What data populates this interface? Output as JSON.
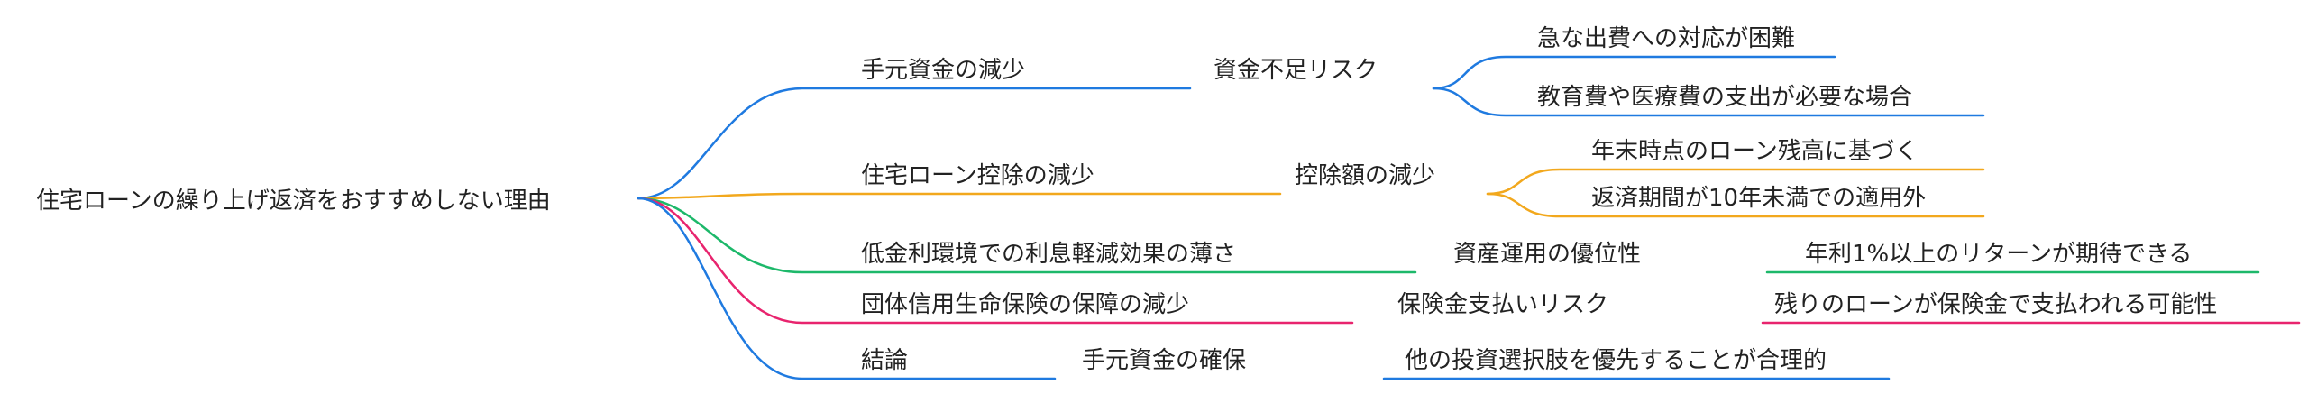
{
  "mindmap": {
    "root": "住宅ローンの繰り上げ返済をおすすめしない理由",
    "branches": [
      {
        "label": "手元資金の減少",
        "color": "#1f7ae0",
        "children": [
          {
            "label": "資金不足リスク",
            "children": [
              {
                "label": "急な出費への対応が困難"
              },
              {
                "label": "教育費や医療費の支出が必要な場合"
              }
            ]
          }
        ]
      },
      {
        "label": "住宅ローン控除の減少",
        "color": "#f2a81d",
        "children": [
          {
            "label": "控除額の減少",
            "children": [
              {
                "label": "年末時点のローン残高に基づく"
              },
              {
                "label": "返済期間が10年未満での適用外"
              }
            ]
          }
        ]
      },
      {
        "label": "低金利環境での利息軽減効果の薄さ",
        "color": "#1db86a",
        "children": [
          {
            "label": "資産運用の優位性",
            "children": [
              {
                "label": "年利1%以上のリターンが期待できる"
              }
            ]
          }
        ]
      },
      {
        "label": "団体信用生命保険の保障の減少",
        "color": "#e8246e",
        "children": [
          {
            "label": "保険金支払いリスク",
            "children": [
              {
                "label": "残りのローンが保険金で支払われる可能性"
              }
            ]
          }
        ]
      },
      {
        "label": "結論",
        "color": "#1f7ae0",
        "children": [
          {
            "label": "手元資金の確保",
            "children": [
              {
                "label": "他の投資選択肢を優先することが合理的"
              }
            ]
          }
        ]
      }
    ]
  }
}
